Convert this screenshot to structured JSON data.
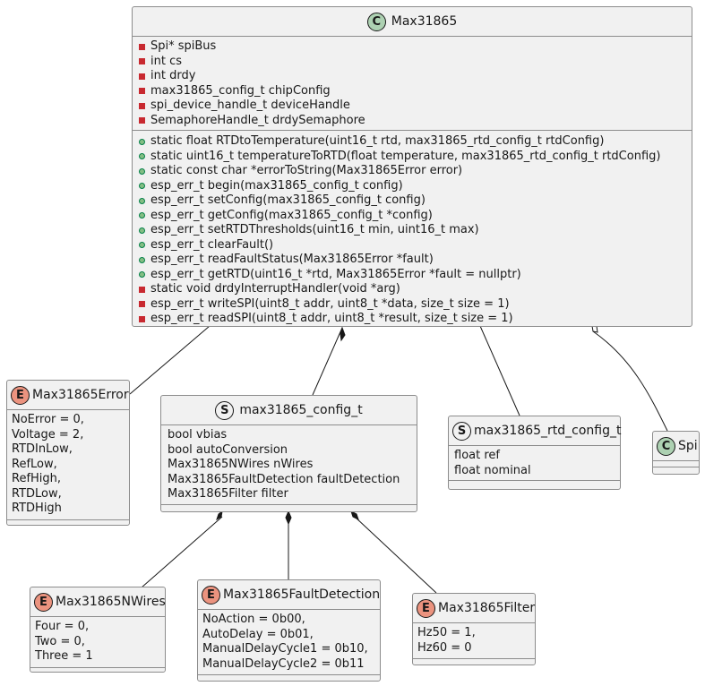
{
  "classes": {
    "max31865": {
      "name": "Max31865",
      "stereotype_icon": "C",
      "fields": [
        {
          "vis": "private",
          "text": "Spi* spiBus"
        },
        {
          "vis": "private",
          "text": "int cs"
        },
        {
          "vis": "private",
          "text": "int drdy"
        },
        {
          "vis": "private",
          "text": "max31865_config_t chipConfig"
        },
        {
          "vis": "private",
          "text": "spi_device_handle_t deviceHandle"
        },
        {
          "vis": "private",
          "text": "SemaphoreHandle_t drdySemaphore"
        }
      ],
      "methods": [
        {
          "vis": "public",
          "text": "static float RTDtoTemperature(uint16_t rtd, max31865_rtd_config_t rtdConfig)"
        },
        {
          "vis": "public",
          "text": "static uint16_t temperatureToRTD(float temperature, max31865_rtd_config_t rtdConfig)"
        },
        {
          "vis": "public",
          "text": "static const char *errorToString(Max31865Error error)"
        },
        {
          "vis": "public",
          "text": "esp_err_t begin(max31865_config_t config)"
        },
        {
          "vis": "public",
          "text": "esp_err_t setConfig(max31865_config_t config)"
        },
        {
          "vis": "public",
          "text": "esp_err_t getConfig(max31865_config_t *config)"
        },
        {
          "vis": "public",
          "text": "esp_err_t setRTDThresholds(uint16_t min, uint16_t max)"
        },
        {
          "vis": "public",
          "text": "esp_err_t clearFault()"
        },
        {
          "vis": "public",
          "text": "esp_err_t readFaultStatus(Max31865Error *fault)"
        },
        {
          "vis": "public",
          "text": "esp_err_t getRTD(uint16_t *rtd, Max31865Error *fault = nullptr)"
        },
        {
          "vis": "private",
          "text": "static void drdyInterruptHandler(void *arg)"
        },
        {
          "vis": "private",
          "text": "esp_err_t writeSPI(uint8_t addr, uint8_t *data, size_t size = 1)"
        },
        {
          "vis": "private",
          "text": "esp_err_t readSPI(uint8_t addr, uint8_t *result, size_t size = 1)"
        }
      ]
    },
    "max31865error": {
      "name": "Max31865Error",
      "stereotype_icon": "E",
      "values": [
        "NoError = 0,",
        "Voltage = 2,",
        "RTDInLow,",
        "RefLow,",
        "RefHigh,",
        "RTDLow,",
        "RTDHigh"
      ]
    },
    "config": {
      "name": "max31865_config_t",
      "stereotype_icon": "S",
      "fields": [
        "bool vbias",
        "bool autoConversion",
        "Max31865NWires nWires",
        "Max31865FaultDetection faultDetection",
        "Max31865Filter filter"
      ]
    },
    "rtdconfig": {
      "name": "max31865_rtd_config_t",
      "stereotype_icon": "S",
      "fields": [
        "float ref",
        "float nominal"
      ]
    },
    "spi": {
      "name": "Spi",
      "stereotype_icon": "C"
    },
    "nwires": {
      "name": "Max31865NWires",
      "stereotype_icon": "E",
      "values": [
        "Four = 0,",
        "Two = 0,",
        "Three = 1"
      ]
    },
    "faultdetection": {
      "name": "Max31865FaultDetection",
      "stereotype_icon": "E",
      "values": [
        "NoAction = 0b00,",
        "AutoDelay = 0b01,",
        "ManualDelayCycle1 = 0b10,",
        "ManualDelayCycle2 = 0b11"
      ]
    },
    "filter": {
      "name": "Max31865Filter",
      "stereotype_icon": "E",
      "values": [
        "Hz50 = 1,",
        "Hz60 = 0"
      ]
    }
  },
  "relations": [
    {
      "from": "max31865",
      "to": "max31865error",
      "type": "association"
    },
    {
      "from": "max31865",
      "to": "config",
      "type": "composition"
    },
    {
      "from": "max31865",
      "to": "rtdconfig",
      "type": "association"
    },
    {
      "from": "max31865",
      "to": "spi",
      "type": "aggregation"
    },
    {
      "from": "config",
      "to": "nwires",
      "type": "composition"
    },
    {
      "from": "config",
      "to": "faultdetection",
      "type": "composition"
    },
    {
      "from": "config",
      "to": "filter",
      "type": "composition"
    }
  ],
  "colors": {
    "box_fill": "#f1f1f1",
    "box_border": "#8c8c8c",
    "class_icon": "#add1b2",
    "enum_icon": "#eb937f",
    "private_marker": "#c82930",
    "public_marker": "#84be84",
    "edge": "#181818"
  }
}
